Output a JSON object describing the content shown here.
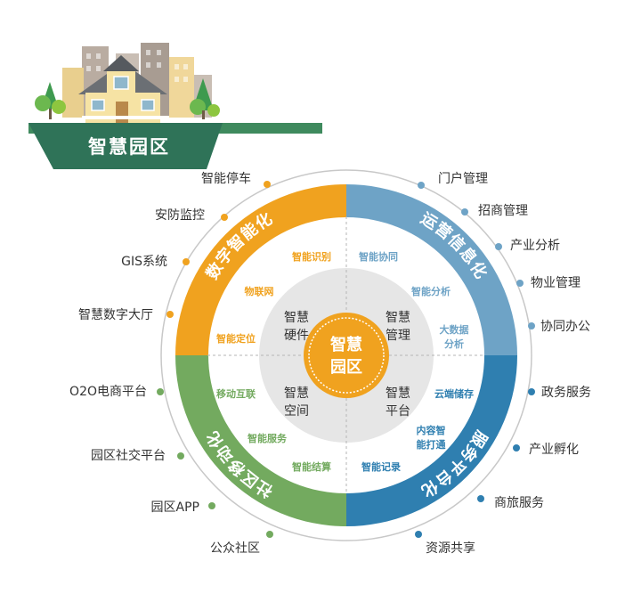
{
  "banner": {
    "title": "智慧园区"
  },
  "center": {
    "line1": "智慧",
    "line2": "园区"
  },
  "quadrants": [
    {
      "title": "数字智能化",
      "color": "#f0a21f"
    },
    {
      "title": "运营信息化",
      "color": "#6ea3c6"
    },
    {
      "title": "服务平台化",
      "color": "#2f7fb0"
    },
    {
      "title": "社区移动化",
      "color": "#73aa5f"
    }
  ],
  "core": [
    {
      "line1": "智慧",
      "line2": "硬件"
    },
    {
      "line1": "智慧",
      "line2": "管理"
    },
    {
      "line1": "智慧",
      "line2": "平台"
    },
    {
      "line1": "智慧",
      "line2": "空间"
    }
  ],
  "ring_labels": {
    "orange": [
      "智能识别",
      "物联网",
      "智能定位"
    ],
    "blue_light": [
      "智能协同",
      "智能分析",
      "大数据",
      "分析"
    ],
    "blue_dark": [
      "云端储存",
      "内容智",
      "能打通",
      "智能记录"
    ],
    "green": [
      "移动互联",
      "智能服务",
      "智能结算"
    ]
  },
  "outer_left": [
    "智能停车",
    "安防监控",
    "GIS系统",
    "智慧数字大厅",
    "O2O电商平台",
    "园区社交平台",
    "园区APP",
    "公众社区"
  ],
  "outer_right": [
    "门户管理",
    "招商管理",
    "产业分析",
    "物业管理",
    "协同办公",
    "政务服务",
    "产业孵化",
    "商旅服务",
    "资源共享"
  ]
}
